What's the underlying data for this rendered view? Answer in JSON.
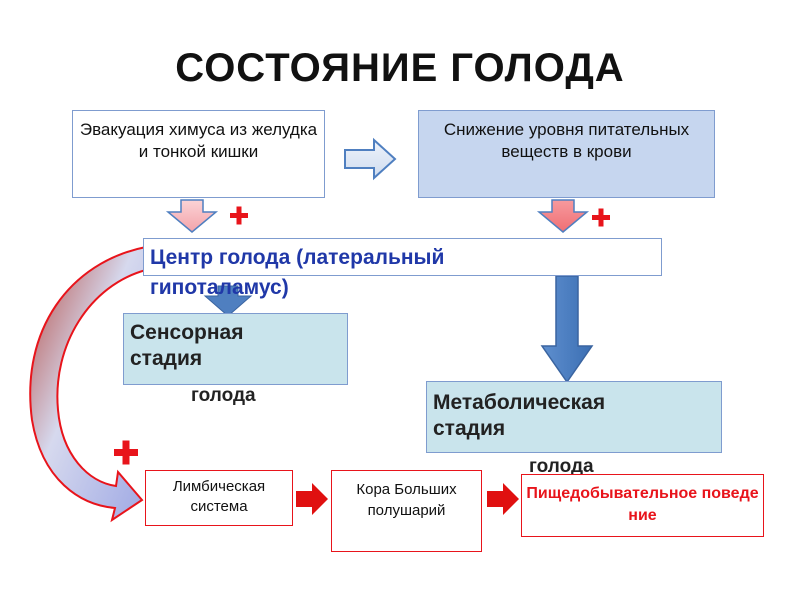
{
  "title": "СОСТОЯНИЕ ГОЛОДА",
  "box_evacuation": "Эвакуация химуса из желудка и тонкой кишки",
  "box_nutrients": "Снижение уровня питательных веществ в крови",
  "box_hunger_center": "Центр голода (латеральный гипоталамус)",
  "box_sensory": {
    "line1": "Сенсорная",
    "line2": "стадия",
    "line3": "голода"
  },
  "box_metabolic": {
    "line1": "Метаболическая",
    "line2": "стадия",
    "line3": "голода"
  },
  "box_limbic": "Лимбическая система",
  "box_cortex": "Кора Больших полушарий",
  "box_behavior": "Пищедобывательное поведение",
  "colors": {
    "plus": "#e8141b",
    "arrow_red": "#e01010",
    "arrow_blue": "#4f7fc0",
    "hunger_center_text": "#2038a8",
    "behavior_text": "#e8141b"
  }
}
